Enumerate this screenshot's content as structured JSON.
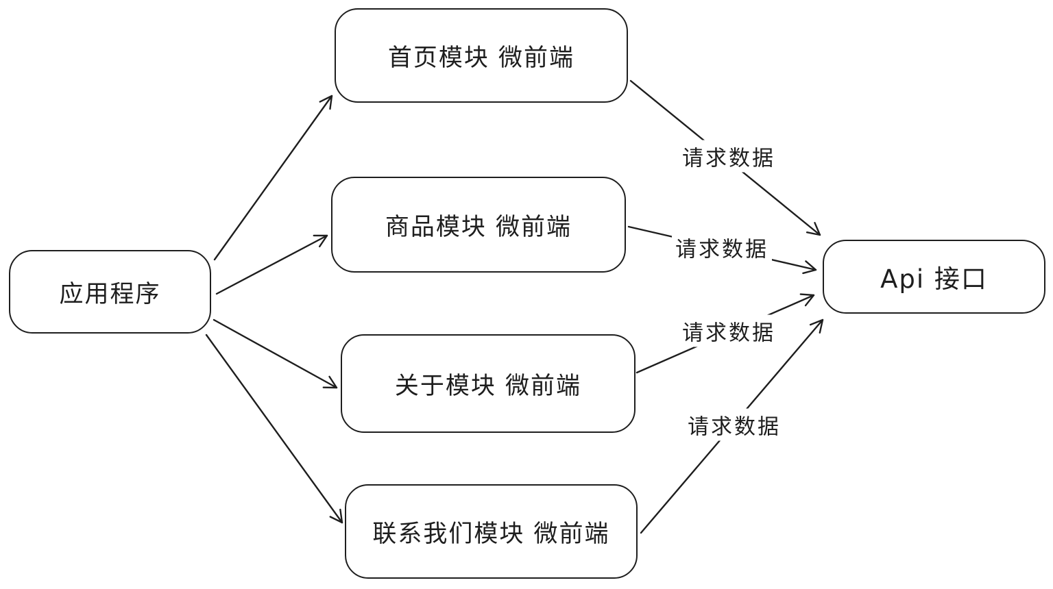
{
  "diagram": {
    "type": "flowchart",
    "style": "hand-drawn",
    "background_color": "#ffffff",
    "stroke_color": "#1e1e1e",
    "nodes": {
      "app": {
        "label": "应用程序"
      },
      "home": {
        "label": "首页模块 微前端"
      },
      "product": {
        "label": "商品模块 微前端"
      },
      "about": {
        "label": "关于模块 微前端"
      },
      "contact": {
        "label": "联系我们模块 微前端"
      },
      "api": {
        "label": "Api 接口"
      }
    },
    "edges": [
      {
        "from": "app",
        "to": "home",
        "label": ""
      },
      {
        "from": "app",
        "to": "product",
        "label": ""
      },
      {
        "from": "app",
        "to": "about",
        "label": ""
      },
      {
        "from": "app",
        "to": "contact",
        "label": ""
      },
      {
        "from": "home",
        "to": "api",
        "label": "请求数据"
      },
      {
        "from": "product",
        "to": "api",
        "label": "请求数据"
      },
      {
        "from": "about",
        "to": "api",
        "label": "请求数据"
      },
      {
        "from": "contact",
        "to": "api",
        "label": "请求数据"
      }
    ]
  }
}
